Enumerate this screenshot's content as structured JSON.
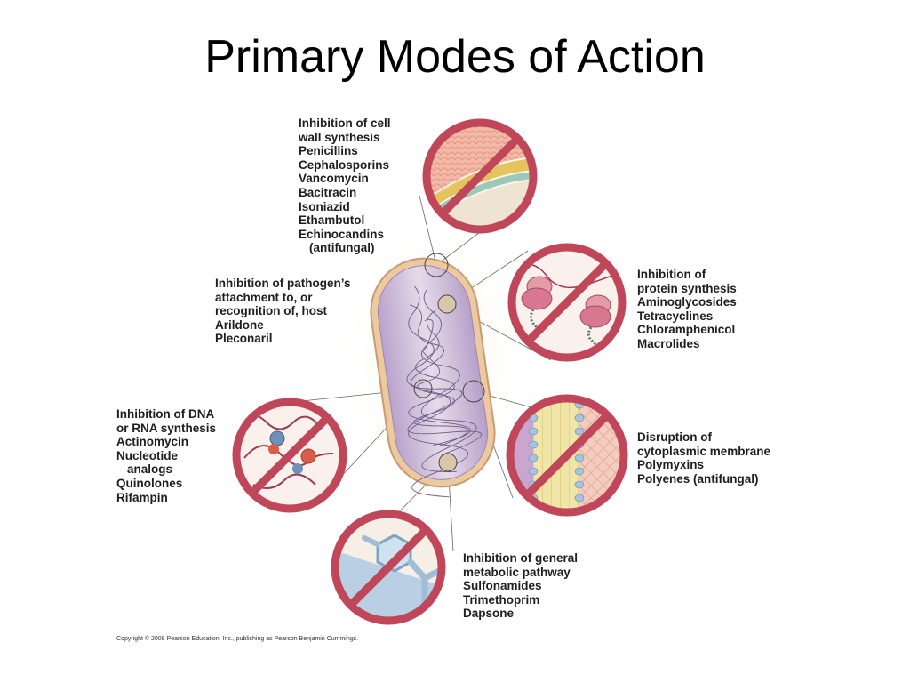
{
  "title": "Primary Modes of Action",
  "groups": {
    "cell_wall": {
      "heading": [
        "Inhibition of cell",
        "wall synthesis"
      ],
      "drugs": [
        "Penicillins",
        "Cephalosporins",
        "Vancomycin",
        "Bacitracin",
        "Isoniazid",
        "Ethambutol",
        "Echinocandins",
        "(antifungal)"
      ]
    },
    "protein": {
      "heading": [
        "Inhibition of",
        "protein synthesis"
      ],
      "drugs": [
        "Aminoglycosides",
        "Tetracyclines",
        "Chloramphenicol",
        "Macrolides"
      ]
    },
    "attachment": {
      "heading": [
        "Inhibition of pathogen’s",
        "attachment to, or",
        "recognition of, host"
      ],
      "drugs": [
        "Arildone",
        "Pleconaril"
      ]
    },
    "nucleic": {
      "heading": [
        "Inhibition of DNA",
        "or RNA synthesis"
      ],
      "drugs": [
        "Actinomycin",
        "Nucleotide",
        "analogs",
        "Quinolones",
        "Rifampin"
      ]
    },
    "membrane": {
      "heading": [
        "Disruption of",
        "cytoplasmic membrane"
      ],
      "drugs": [
        "Polymyxins",
        "Polyenes (antifungal)"
      ]
    },
    "metabolic": {
      "heading": [
        "Inhibition of general",
        "metabolic pathway"
      ],
      "drugs": [
        "Sulfonamides",
        "Trimethoprim",
        "Dapsone"
      ]
    }
  },
  "copyright": "Copyright © 2009 Pearson Education, Inc., publishing as Pearson Benjamin Cummings.",
  "colors": {
    "prohibit_ring": "#c0475a",
    "cell_fill": "#c9b6d6",
    "cell_wall": "#e8c9a0",
    "leader_line": "#555555"
  }
}
